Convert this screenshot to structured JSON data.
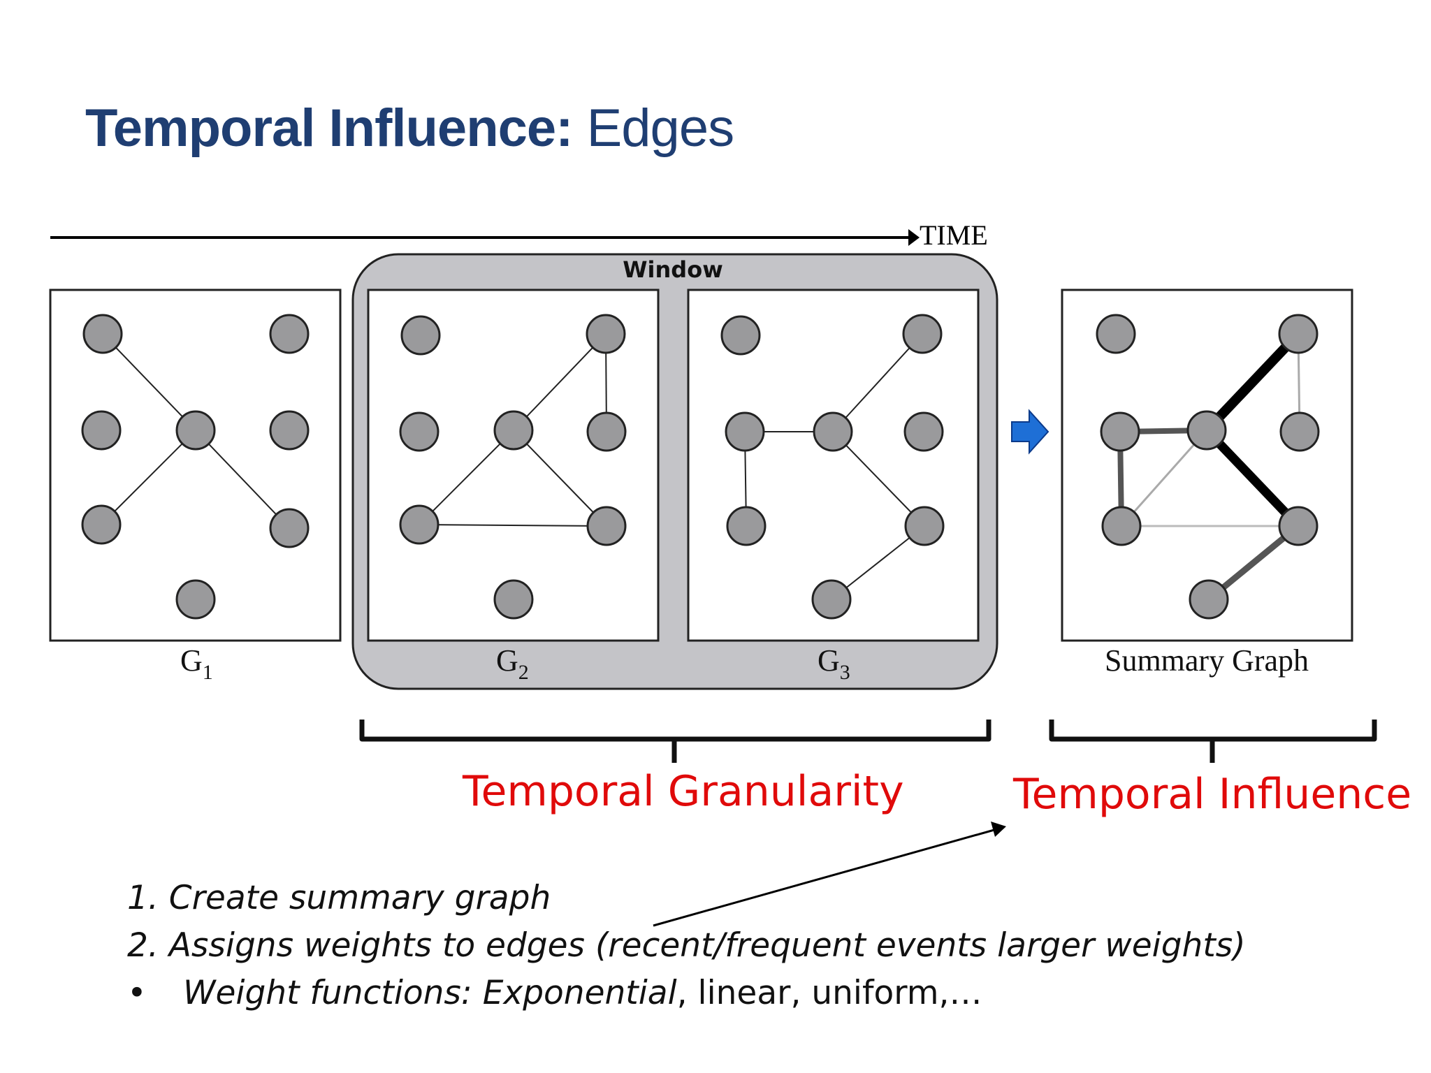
{
  "title": {
    "bold": "Temporal Influence:",
    "normal": " Edges"
  },
  "time_label": "TIME",
  "window_label": "Window",
  "graph_labels": [
    "G",
    "G",
    "G",
    "Summary Graph"
  ],
  "graph_subscripts": [
    "1",
    "2",
    "3"
  ],
  "brace_labels": {
    "granularity": "Temporal Granularity",
    "influence": "Temporal Influence"
  },
  "steps": {
    "step1": "1. Create summary graph",
    "step2": "2. Assigns weights to edges (recent/frequent events larger weights)",
    "bullet": "•",
    "step3_italic": "Weight functions: Exponential",
    "step3_rest": ", linear, uniform,…"
  },
  "colors": {
    "title": "#1f3e72",
    "highlight": "#e00a0a",
    "node_fill": "#9a9a9c",
    "window_fill": "#c4c4c8",
    "arrow_fill": "#1e6fd6"
  }
}
